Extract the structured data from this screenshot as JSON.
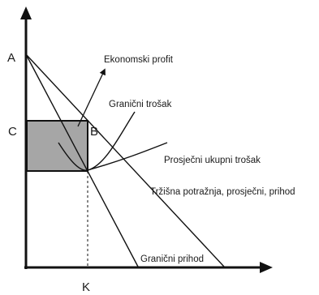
{
  "points": {
    "a": "A",
    "b": "B",
    "c": "C",
    "k": "K"
  },
  "curves": {
    "economic_profit": "Ekonomski profit",
    "marginal_cost": "Granični trošak",
    "average_total_cost": "Prosječni ukupni trošak",
    "demand_average_revenue": "Tržišna potražnja, prosječni, prihod",
    "marginal_revenue": "Granični prihod"
  },
  "colors": {
    "profit_area": "#a6a6a6",
    "lines": "#111111"
  }
}
